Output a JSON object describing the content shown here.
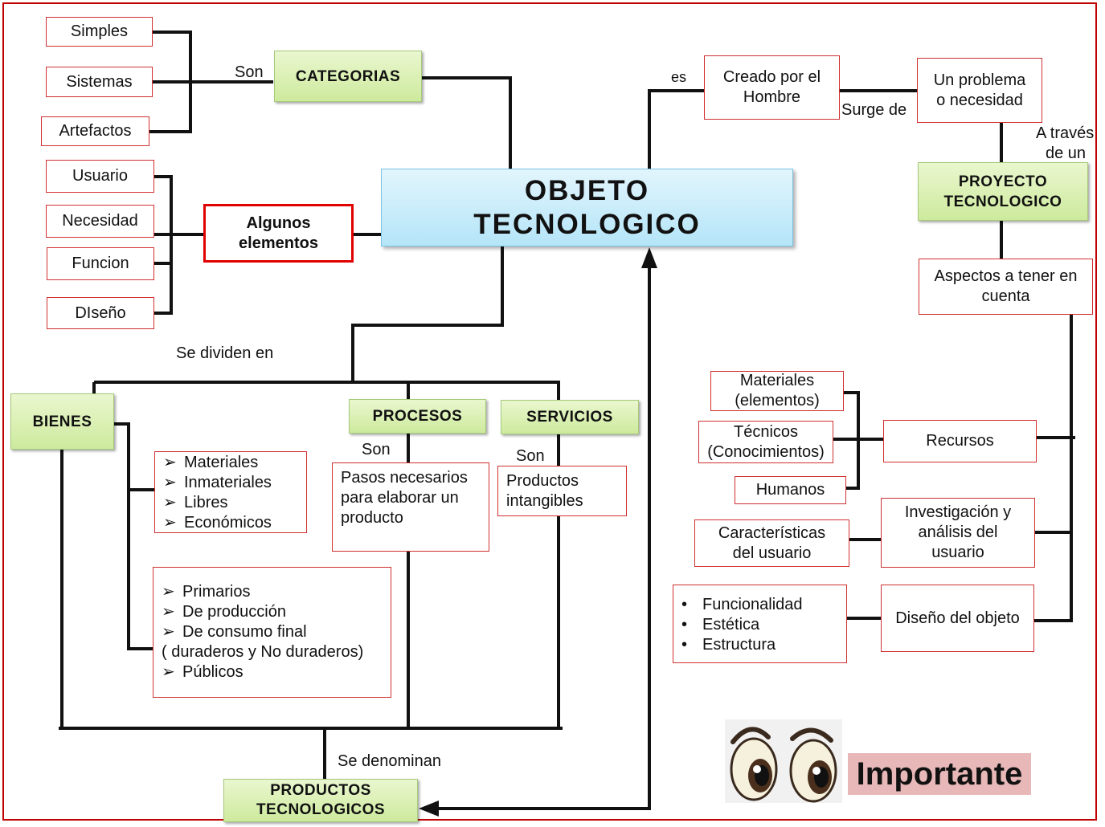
{
  "center": {
    "line1": "OBJETO",
    "line2": "TECNOLOGICO"
  },
  "categorias": {
    "label": "CATEGORIAS",
    "connector": "Son",
    "items": [
      "Simples",
      "Sistemas",
      "Artefactos"
    ]
  },
  "elementos": {
    "line1": "Algunos",
    "line2": "elementos",
    "items": [
      "Usuario",
      "Necesidad",
      "Funcion",
      "DIseño"
    ]
  },
  "creado": {
    "connector": "es",
    "line1": "Creado por el",
    "line2": "Hombre",
    "surge": "Surge de"
  },
  "problema": {
    "line1": "Un problema",
    "line2": "o necesidad",
    "through1": "A través",
    "through2": "de un"
  },
  "proyecto": {
    "line1": "PROYECTO",
    "line2": "TECNOLOGICO"
  },
  "aspectos": {
    "line1": "Aspectos a tener en",
    "line2": "cuenta"
  },
  "recursos": {
    "label": "Recursos",
    "materiales1": "Materiales",
    "materiales2": "(elementos)",
    "tecnicos1": "Técnicos",
    "tecnicos2": "(Conocimientos)",
    "humanos": "Humanos"
  },
  "investigacion": {
    "line1": "Investigación y",
    "line2": "análisis del",
    "line3": "usuario",
    "car1": "Características",
    "car2": "del usuario"
  },
  "diseno": {
    "label": "Diseño del objeto",
    "items": [
      "Funcionalidad",
      "Estética",
      "Estructura"
    ]
  },
  "dividen": "Se dividen en",
  "bienes": {
    "label": "BIENES",
    "list1": [
      "Materiales",
      "Inmateriales",
      "Libres",
      "Económicos"
    ],
    "list2": [
      "Primarios",
      "De producción",
      "De consumo final",
      " ( duraderos y No duraderos)",
      "Públicos"
    ]
  },
  "procesos": {
    "label": "PROCESOS",
    "son": "Son",
    "line1": "Pasos necesarios",
    "line2": "para elaborar un",
    "line3": "producto"
  },
  "servicios": {
    "label": "SERVICIOS",
    "son": "Son",
    "line1": "Productos",
    "line2": "intangibles"
  },
  "denominan": "Se denominan",
  "productos": {
    "line1": "PRODUCTOS",
    "line2": "TECNOLOGICOS"
  },
  "important": {
    "label": "Importante",
    "icon": "eyes-icon"
  },
  "colors": {
    "box_border": "#d03030",
    "green_fill": "#cdea9d",
    "blue_fill": "#b4e5f8",
    "frame": "#c00000",
    "important_bg": "#e8b8b8"
  }
}
